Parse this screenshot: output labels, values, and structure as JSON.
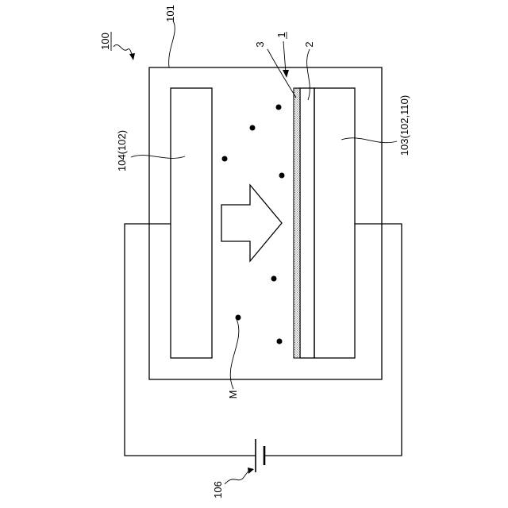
{
  "labels": {
    "device": "100",
    "chamber": "101",
    "target": "104(102)",
    "substrate_holder": "103(102,110)",
    "film_stack": "1",
    "substrate": "2",
    "layer": "3",
    "particles": "M",
    "power_supply": "106"
  },
  "colors": {
    "stroke": "#000000",
    "background": "#ffffff"
  }
}
